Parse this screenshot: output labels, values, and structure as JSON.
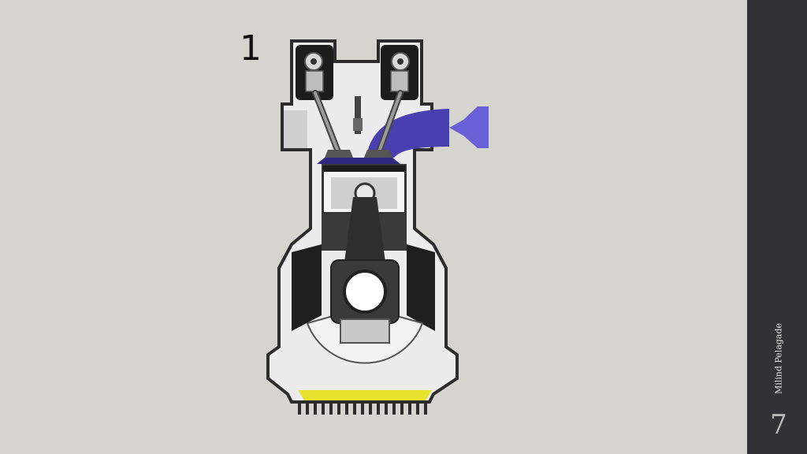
{
  "slide": {
    "stroke_number": "1",
    "author": "Milind Pelagade",
    "page_number": "7"
  },
  "colors": {
    "background": "#d6d4cf",
    "side_panel": "#323236",
    "intake_charge": "#4a3fb0",
    "intake_arrow": "#6a60d8",
    "oil": "#e6e22e",
    "engine_body": "#e8e8e8",
    "engine_dark": "#3c3c3c"
  },
  "icons": {
    "intake_arrow": "left-arrow-icon"
  }
}
